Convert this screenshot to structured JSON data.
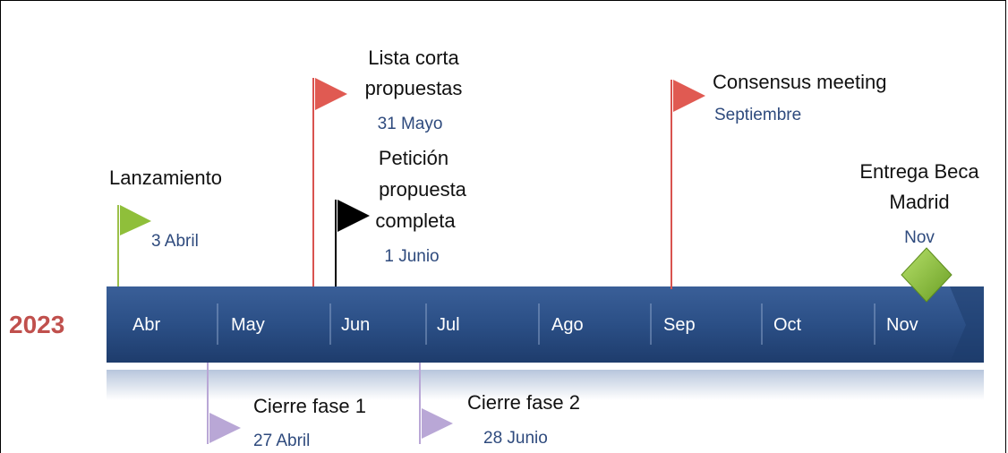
{
  "year": "2023",
  "months": [
    "Abr",
    "May",
    "Jun",
    "Jul",
    "Ago",
    "Sep",
    "Oct",
    "Nov"
  ],
  "colors": {
    "bar": "#2b4f86",
    "year": "#c0504d",
    "date": "#2e4a7d",
    "flag_green": "#8fbf3a",
    "flag_red": "#e05a52",
    "flag_black": "#000000",
    "flag_purple": "#b9a7d6",
    "diamond": "#8cc43f"
  },
  "milestones_above": [
    {
      "label": "Lanzamiento",
      "date": "3 Abril",
      "flag": "green-flag-icon"
    },
    {
      "label_lines": [
        "Lista corta",
        "propuestas"
      ],
      "date": "31 Mayo",
      "flag": "red-flag-icon"
    },
    {
      "label_lines": [
        "Petición",
        "propuesta",
        "completa"
      ],
      "date": "1 Junio",
      "flag": "black-flag-icon"
    },
    {
      "label": "Consensus meeting",
      "date": "Septiembre",
      "flag": "red-flag-icon"
    },
    {
      "label_lines": [
        "Entrega Beca",
        "Madrid"
      ],
      "date": "Nov",
      "marker": "green-diamond-icon"
    }
  ],
  "milestones_below": [
    {
      "label": "Cierre fase 1",
      "date": "27 Abril",
      "flag": "purple-flag-icon"
    },
    {
      "label": "Cierre fase 2",
      "date": "28 Junio",
      "flag": "purple-flag-icon"
    }
  ]
}
